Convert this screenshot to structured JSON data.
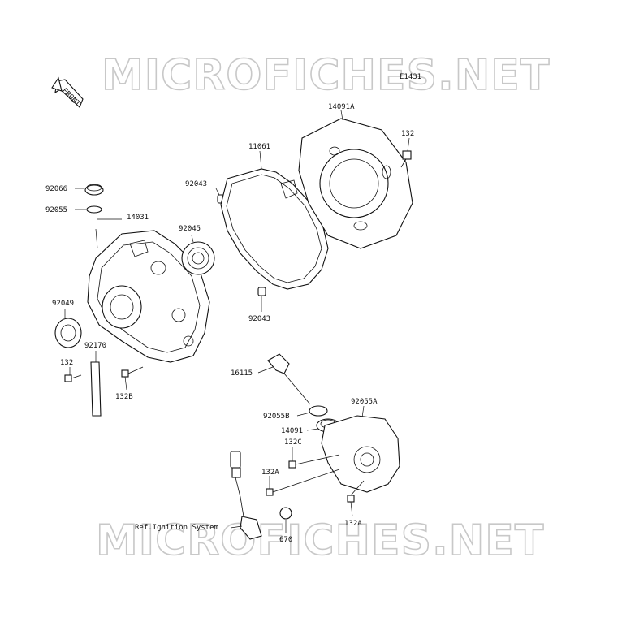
{
  "watermark": {
    "top": "MICROFICHES.NET",
    "bottom": "MICROFICHES.NET"
  },
  "diagram": {
    "code": "E1431",
    "front_arrow": "FRONT",
    "ref_label": "Ref.Ignition System",
    "parts": {
      "p92066": "92066",
      "p92055": "92055",
      "p14031": "14031",
      "p92045": "92045",
      "p92043_top": "92043",
      "p11061": "11061",
      "p14091A": "14091A",
      "p132_top": "132",
      "p92043_bottom": "92043",
      "p92049": "92049",
      "p92170": "92170",
      "p132_left": "132",
      "p132B": "132B",
      "p16115": "16115",
      "p92055B": "92055B",
      "p92055A": "92055A",
      "p14091": "14091",
      "p132C": "132C",
      "p132A_left": "132A",
      "p132A_right": "132A",
      "p670": "670"
    }
  }
}
